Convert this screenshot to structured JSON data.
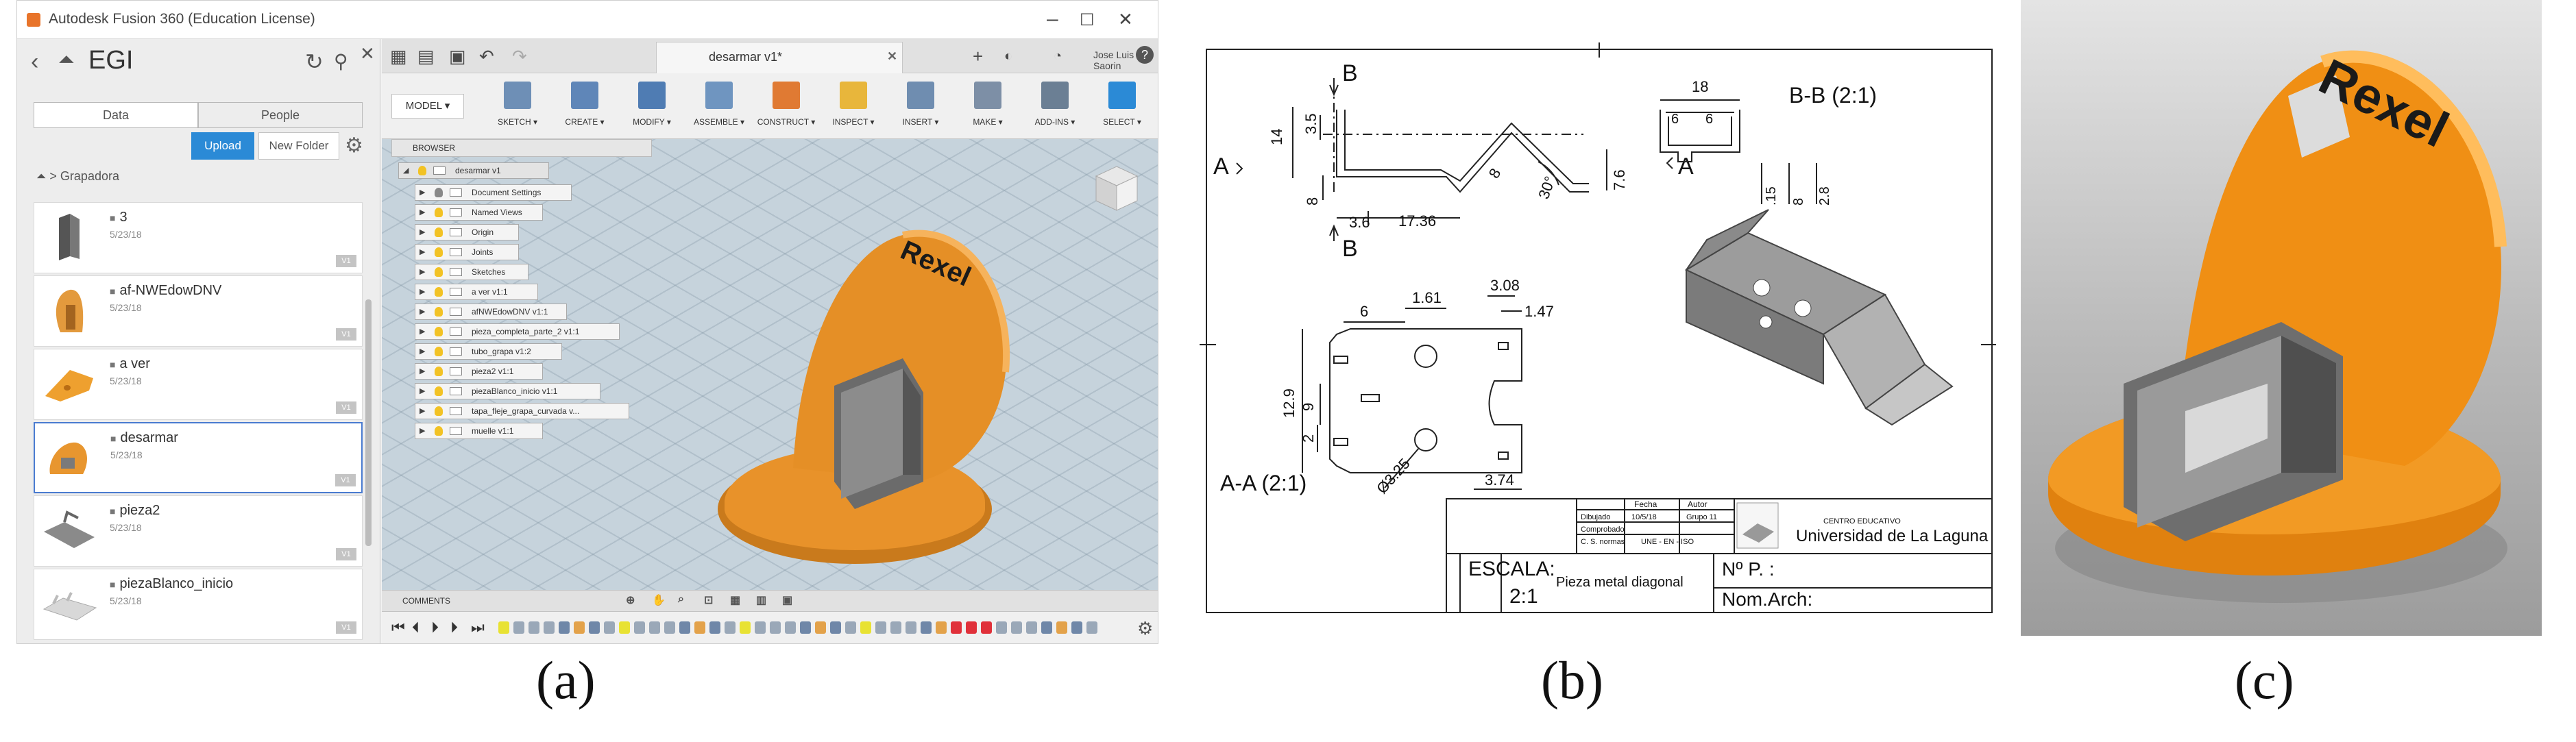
{
  "captions": {
    "a": "(a)",
    "b": "(b)",
    "c": "(c)"
  },
  "fusion": {
    "window_title": "Autodesk Fusion 360 (Education License)",
    "window_buttons": {
      "minimize": "–",
      "maximize": "☐",
      "close": "✕"
    },
    "data_panel": {
      "project": "EGI",
      "tabs": [
        "Data",
        "People"
      ],
      "upload_label": "Upload",
      "new_folder_label": "New Folder",
      "breadcrumb": "Grapadora",
      "items": [
        {
          "name": "3",
          "date": "5/23/18",
          "version": "V1"
        },
        {
          "name": "af-NWEdowDNV",
          "date": "5/23/18",
          "version": "V1"
        },
        {
          "name": "a ver",
          "date": "5/23/18",
          "version": "V1"
        },
        {
          "name": "desarmar",
          "date": "5/23/18",
          "version": "V1"
        },
        {
          "name": "pieza2",
          "date": "5/23/18",
          "version": "V1"
        },
        {
          "name": "piezaBlanco_inicio",
          "date": "5/23/18",
          "version": "V1"
        }
      ]
    },
    "doc_tab": "desarmar v1*",
    "user_name": "Jose Luis Saorin",
    "help": "?",
    "workspace": "MODEL ▾",
    "tools": [
      "SKETCH ▾",
      "CREATE ▾",
      "MODIFY ▾",
      "ASSEMBLE ▾",
      "CONSTRUCT ▾",
      "INSPECT ▾",
      "INSERT ▾",
      "MAKE ▾",
      "ADD-INS ▾",
      "SELECT ▾"
    ],
    "tool_colors": [
      "#6e8fb6",
      "#5f86b8",
      "#4f7cb3",
      "#6f95c0",
      "#e07a33",
      "#e8b63b",
      "#6f8db0",
      "#7d8fa6",
      "#6b7f94",
      "#2b8ad6"
    ],
    "browser": {
      "header": "BROWSER",
      "root": "desarmar v1",
      "items": [
        "Document Settings",
        "Named Views",
        "Origin",
        "Joints",
        "Sketches",
        "a ver v1:1",
        "afNWEdowDNV v1:1",
        "pieza_completa_parte_2 v1:1",
        "tubo_grapa v1:2",
        "pieza2 v1:1",
        "piezaBlanco_inicio v1:1",
        "tapa_fleje_grapa_curvada v...",
        "muelle v1:1"
      ]
    },
    "comments_label": "COMMENTS"
  },
  "drawing": {
    "section_b_marker": "B",
    "section_a_marker": "A",
    "section_bb_title": "B-B (2:1)",
    "section_aa_title": "A-A (2:1)",
    "dims": {
      "d14": "14",
      "d3_5": "3.5",
      "d8": "8",
      "d3_6": "3.6",
      "d17_36": "17.36",
      "d8b": "8",
      "d30": "30°",
      "d7_6": "7.6",
      "d18": "18",
      "d6a": "6",
      "d6b": "6",
      "d15": ".15",
      "d8c": "8",
      "d2_8": "2.8",
      "d6c": "6",
      "d1_61": "1.61",
      "d3_08": "3.08",
      "d1_47": "1.47",
      "d12_9": "12.9",
      "d9": "9",
      "d2": "2",
      "d3_25": "Ø3.25",
      "d3_74": "3.74"
    },
    "title_block": {
      "col_fecha": "Fecha",
      "col_autor": "Autor",
      "row_dibujado": "Dibujado",
      "row_comprobado": "Comprobado",
      "row_normas": "C. S. normas",
      "fecha_value": "10/5/18",
      "autor_value": "Grupo 11",
      "norm_value": "UNE - EN - ISO",
      "school_small": "CENTRO EDUCATIVO",
      "school": "Universidad de La Laguna",
      "escala_label": "ESCALA:",
      "escala_value": "2:1",
      "part_name": "Pieza metal diagonal",
      "np_label": "Nº P. :",
      "nom_label": "Nom.Arch:"
    }
  },
  "render": {
    "brand": "Rexel"
  }
}
